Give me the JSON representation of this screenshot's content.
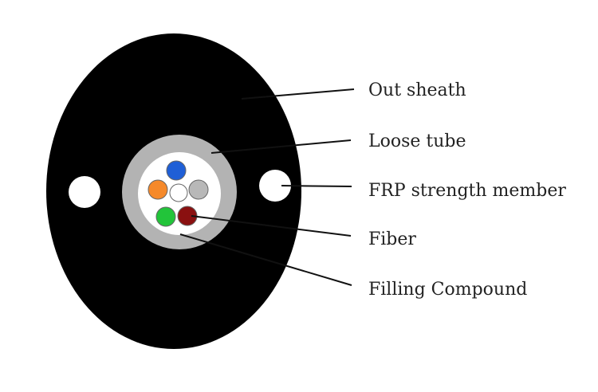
{
  "labels": {
    "out_sheath": "Out sheath",
    "loose_tube": "Loose tube",
    "frp_strength_member": "FRP strength member",
    "fiber": "Fiber",
    "filling_compound": "Filling Compound"
  },
  "colors": {
    "background": "#ffffff",
    "outer_sheath": "#000000",
    "loose_tube": "#b3b3b3",
    "filling_compound": "#ffffff",
    "strength_member": "#ffffff",
    "fiber_blue": "#1f5fd6",
    "fiber_orange": "#f5892a",
    "fiber_center": "#ffffff",
    "fiber_gray": "#b8b8b8",
    "fiber_green": "#22c43a",
    "fiber_red": "#8a1010",
    "fiber_outline": "#666666",
    "leader_line": "#111111"
  },
  "fibers": [
    "fiber_blue",
    "fiber_orange",
    "fiber_center",
    "fiber_gray",
    "fiber_green",
    "fiber_red"
  ]
}
